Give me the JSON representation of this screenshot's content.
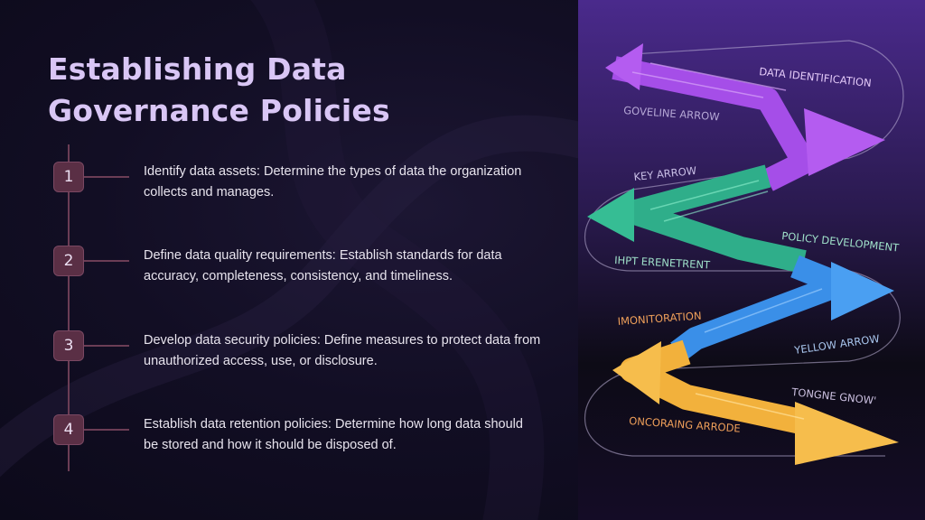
{
  "title": "Establishing Data Governance Policies",
  "steps": [
    {
      "number": "1",
      "text": "Identify data assets: Determine the types of data the organization collects and manages."
    },
    {
      "number": "2",
      "text": "Define data quality requirements: Establish standards for data accuracy, completeness, consistency, and timeliness."
    },
    {
      "number": "3",
      "text": "Develop data security policies: Define measures to protect data from unauthorized access, use, or disclosure."
    },
    {
      "number": "4",
      "text": "Establish data retention policies: Determine how long data should be stored and how it should be disposed of."
    }
  ],
  "illustration": {
    "labels": {
      "data_identification": "DATA IDENTIFICATION",
      "goveline_arrow": "GOVELINE ARROW",
      "key_arrow": "KEY ARROW",
      "policy_development": "POLICY DEVELOPMENT",
      "ihpt_erenetrent": "IHPT ERENETRENT",
      "imonitoration": "IMONITORATION",
      "yellow_arrow": "YELLOW ARROW",
      "tongne_gnow": "TONGNE GNOW'",
      "oncoraing_arrode": "ONCORAING ARRODE"
    },
    "colors": {
      "purple": "#a54ee8",
      "green": "#2fae8a",
      "blue": "#3a8fe8",
      "yellow": "#f2b13c"
    }
  }
}
